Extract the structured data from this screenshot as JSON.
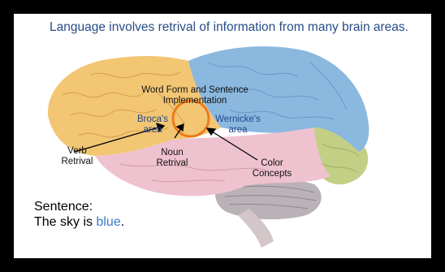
{
  "title": "Language involves retrival of information from many brain areas.",
  "labels": {
    "word_form": "Word Form and Sentence Implementation",
    "brocas": "Broca's area",
    "wernickes": "Wernicke's area",
    "verb": "Verb Retrival",
    "noun": "Noun Retrival",
    "color": "Color Concepts"
  },
  "sentence": {
    "heading": "Sentence:",
    "prefix": "The sky is ",
    "highlight": "blue",
    "suffix": "."
  },
  "colors": {
    "frontal_lobe": "#f2c673",
    "parietal_lobe": "#8ab8df",
    "occipital_lobe": "#c2cf85",
    "temporal_lobe": "#efc2cf",
    "cerebellum": "#b9b2b6",
    "highlight_circle": "#ef7a1d",
    "title_text": "#274d86",
    "highlight_text": "#3c79c9"
  }
}
